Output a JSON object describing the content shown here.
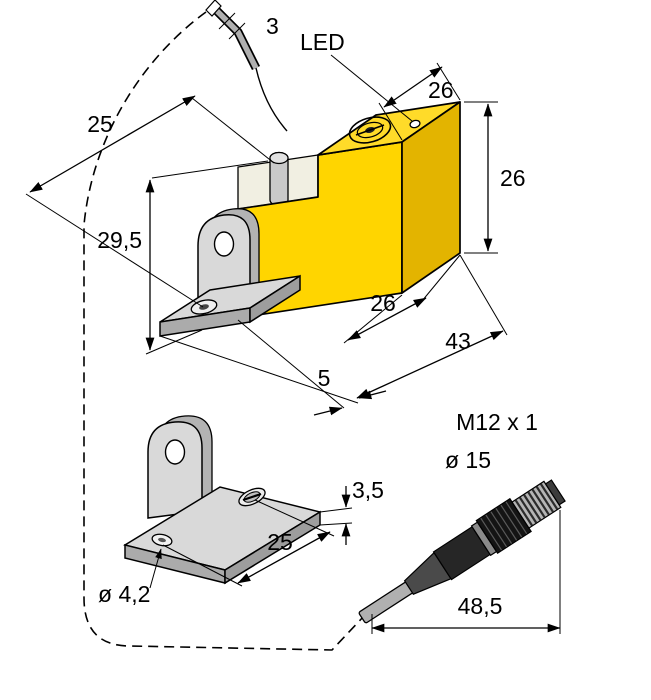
{
  "labels": {
    "cable_diameter": "3",
    "led": "LED",
    "top_width": "26",
    "mount_spacing": "25",
    "body_height": "26",
    "overall_height": "29,5",
    "body_depth": "26",
    "overall_length": "43",
    "front_offset": "5"
  },
  "bracket_detail": {
    "thickness": "3,5",
    "hole_spacing": "25",
    "hole_diameter": "ø 4,2"
  },
  "connector": {
    "thread": "M12 x 1",
    "diameter": "ø 15",
    "length": "48,5"
  },
  "colors": {
    "background": "#ffffff",
    "body_front": "#ffd500",
    "body_top": "#ffdb29",
    "body_side": "#e3b400",
    "notch_interior": "#f1efe2",
    "bracket": "#d9d9d9",
    "bracket_front": "#ababab",
    "bracket_side": "#9d9d9d",
    "bracket_back": "#b3b3b3",
    "post": "#c9c9c9",
    "cable": "#b0b0b0",
    "connector_dark": "#141414",
    "outline": "#000000"
  }
}
